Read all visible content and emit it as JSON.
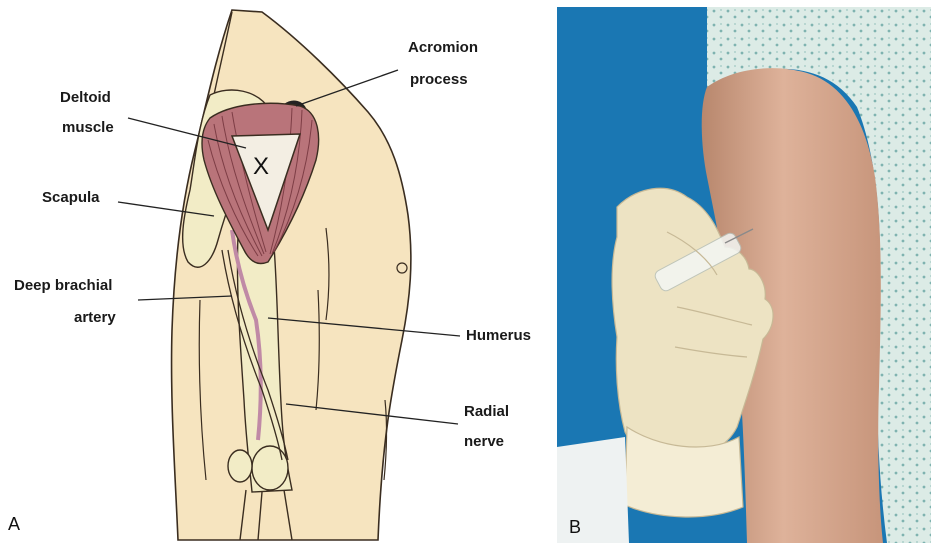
{
  "panel_a": {
    "letter": "A",
    "injection_mark": "X",
    "labels": {
      "acromion": [
        "Acromion",
        "process"
      ],
      "deltoid": [
        "Deltoid",
        "muscle"
      ],
      "scapula": [
        "Scapula"
      ],
      "deep_brachial": [
        "Deep brachial",
        "artery"
      ],
      "humerus": [
        "Humerus"
      ],
      "radial": [
        "Radial",
        "nerve"
      ]
    }
  },
  "panel_b": {
    "letter": "B"
  },
  "colors": {
    "skin_illustration": "#f6e4bf",
    "muscle": "#b9747a",
    "bone": "#f2ecc6",
    "artery": "#c08aa6",
    "background_blue": "#1a77b3",
    "gown": "#d9e9e4",
    "skin_photo": "#d8ad93",
    "glove": "#ede3c3"
  }
}
